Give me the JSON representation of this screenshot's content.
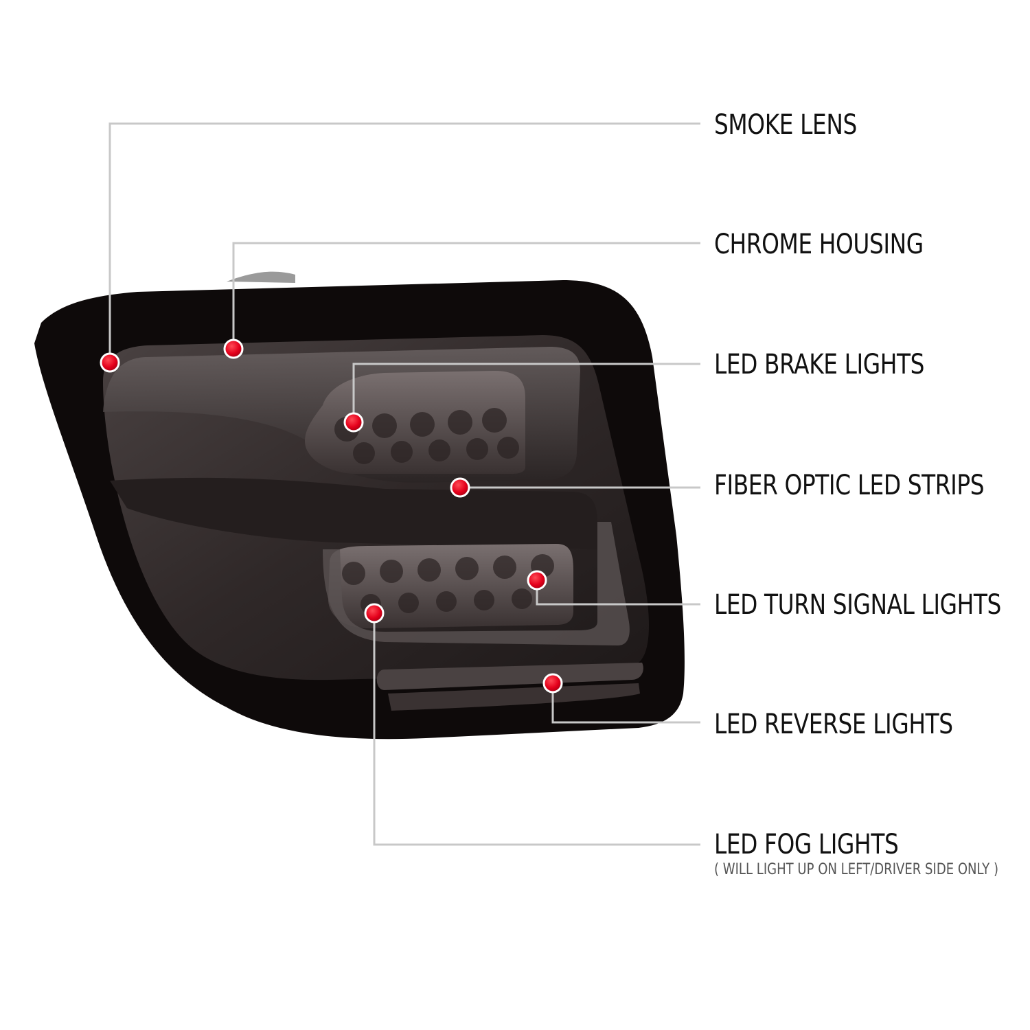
{
  "callouts": [
    {
      "id": "smoke-lens",
      "label": "SMOKE LENS"
    },
    {
      "id": "chrome-housing",
      "label": "CHROME HOUSING"
    },
    {
      "id": "led-brake-lights",
      "label": "LED BRAKE LIGHTS"
    },
    {
      "id": "fiber-optic-led-strips",
      "label": "FIBER OPTIC LED STRIPS"
    },
    {
      "id": "led-turn-signal-lights",
      "label": "LED TURN SIGNAL LIGHTS"
    },
    {
      "id": "led-reverse-lights",
      "label": "LED REVERSE LIGHTS"
    },
    {
      "id": "led-fog-lights",
      "label": "LED FOG LIGHTS",
      "note": "( WILL LIGHT UP ON LEFT/DRIVER SIDE ONLY )"
    }
  ],
  "colors": {
    "leader_line": "#c8c8c8",
    "marker": "#e4001b",
    "housing_outer": "#0e0a0a",
    "lens_smoke": "#3a3434",
    "label_text": "#111111"
  }
}
